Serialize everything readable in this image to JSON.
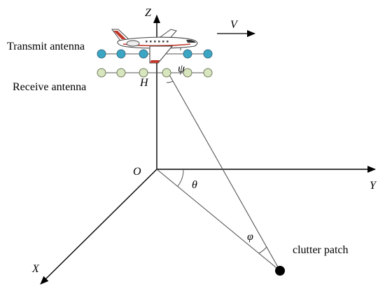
{
  "labels": {
    "transmit_antenna": "Transmit antenna",
    "receive_antenna": "Receive antenna",
    "clutter_patch": "clutter patch",
    "axis_z": "Z",
    "axis_y": "Y",
    "axis_x": "X",
    "origin": "O",
    "height": "H",
    "velocity": "V",
    "angle_psi": "ψ",
    "angle_theta": "θ",
    "angle_phi": "φ"
  },
  "antenna_arrays": {
    "transmit": {
      "element_count": 5,
      "color": "#3aa6c4"
    },
    "receive": {
      "element_count": 6,
      "color": "#d8e6bf"
    }
  },
  "colors": {
    "lines": "#555555",
    "axes": "#000000",
    "clutter_patch": "#000000",
    "aircraft_stripe": "#c0392b"
  },
  "icons": {
    "aircraft": "airplane-icon",
    "clutter_patch": "filled-dot"
  }
}
